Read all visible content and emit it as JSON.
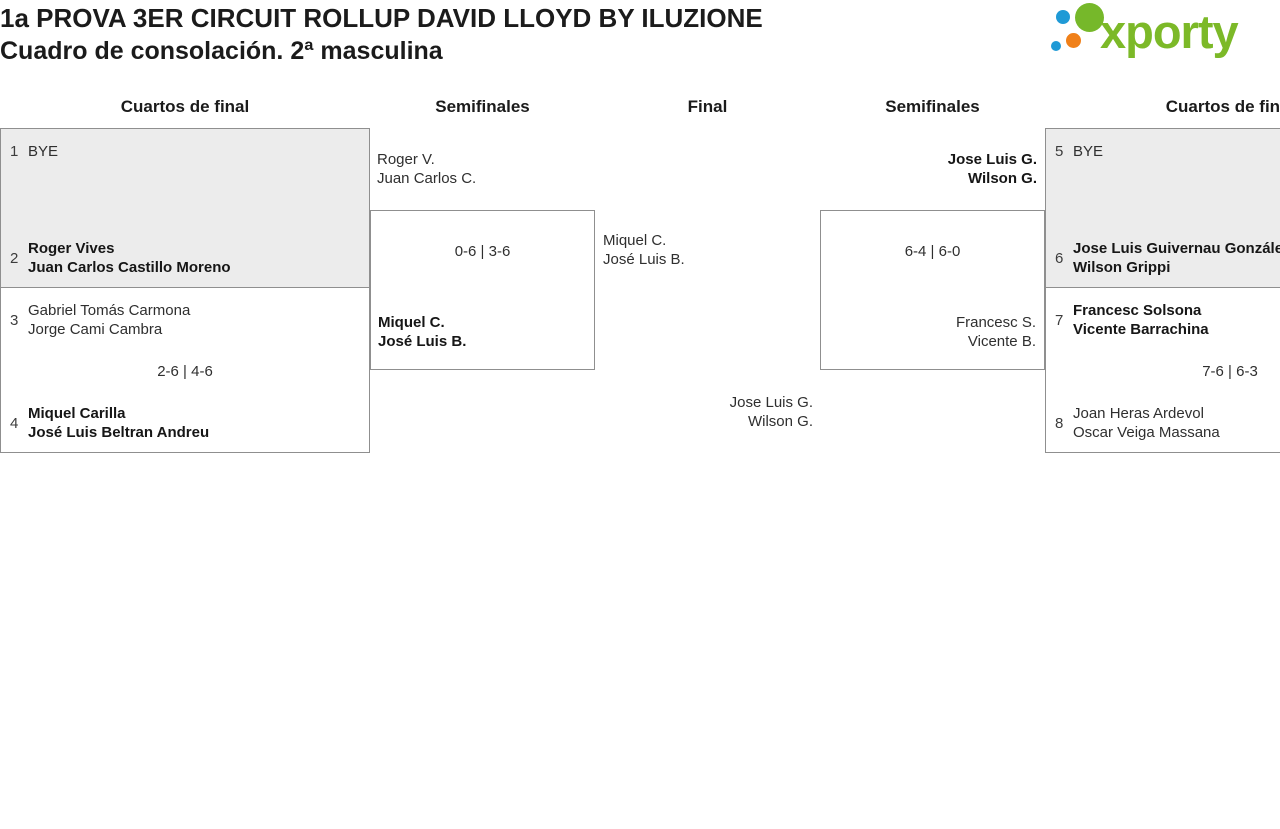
{
  "colors": {
    "brand_green": "#7cb928",
    "logo_dot_blue": "#1f9ad6",
    "logo_dot_green": "#76b82a",
    "logo_dot_orange": "#f08019",
    "bye_box_gray": "#ececec",
    "box_border_gray": "#8f8f8f"
  },
  "header": {
    "title": "1a PROVA 3ER CIRCUIT ROLLUP DAVID LLOYD BY ILUZIONE",
    "subtitle": "Cuadro de consolación. 2ª masculina",
    "logo_text": "xporty"
  },
  "round_headers": {
    "left_quarterfinals": "Cuartos de final",
    "left_semifinals": "Semifinales",
    "final": "Final",
    "right_semifinals": "Semifinales",
    "right_quarterfinals": "Cuartos de final"
  },
  "bracket": {
    "qf_left_1": {
      "seed_top": "1",
      "top_line1": "BYE",
      "score": "",
      "seed_bottom": "2",
      "bottom_line1": "Roger Vives",
      "bottom_line2": "Juan Carlos Castillo Moreno"
    },
    "qf_left_2": {
      "seed_top": "3",
      "top_line1": "Gabriel Tomás Carmona",
      "top_line2": "Jorge Cami Cambra",
      "score": "2-6 | 4-6",
      "seed_bottom": "4",
      "bottom_line1": "Miquel Carilla",
      "bottom_line2": "José Luis Beltran Andreu"
    },
    "sf_left": {
      "top_line1": "Roger V.",
      "top_line2": "Juan Carlos C.",
      "score": "0-6 | 3-6",
      "bottom_line1": "Miquel C.",
      "bottom_line2": "José Luis B."
    },
    "final": {
      "top_line1": "Miquel C.",
      "top_line2": "José Luis B.",
      "bottom_line1": "Jose Luis G.",
      "bottom_line2": "Wilson G."
    },
    "sf_right": {
      "top_line1": "Jose Luis G.",
      "top_line2": "Wilson G.",
      "score": "6-4 | 6-0",
      "bottom_line1": "Francesc S.",
      "bottom_line2": "Vicente B."
    },
    "qf_right_1": {
      "seed_top": "5",
      "top_line1": "BYE",
      "score": "",
      "seed_bottom": "6",
      "bottom_line1": "Jose Luis Guivernau González",
      "bottom_line2": "Wilson Grippi"
    },
    "qf_right_2": {
      "seed_top": "7",
      "top_line1": "Francesc Solsona",
      "top_line2": "Vicente Barrachina",
      "score": "7-6 | 6-3",
      "seed_bottom": "8",
      "bottom_line1": "Joan Heras Ardevol",
      "bottom_line2": "Oscar Veiga Massana"
    }
  }
}
